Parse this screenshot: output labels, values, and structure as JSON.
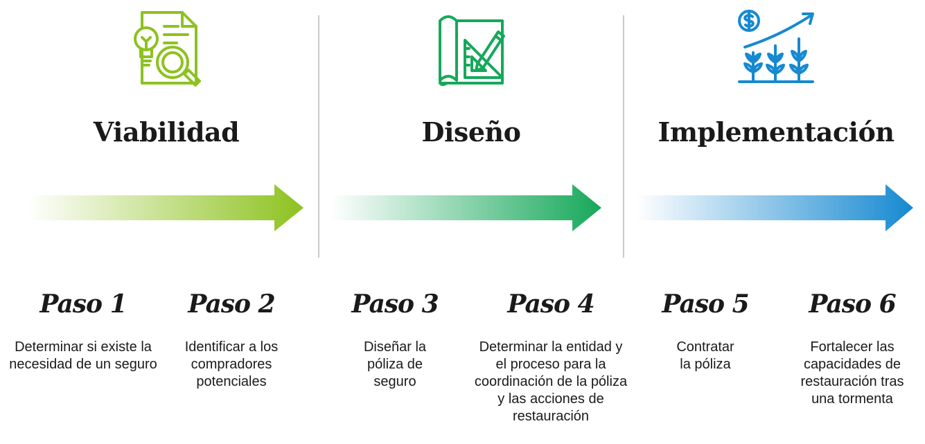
{
  "phases": [
    {
      "title": "Viabilidad",
      "icon": "document-lightbulb-magnifier-icon",
      "color": "#8DC21F"
    },
    {
      "title": "Diseño",
      "icon": "blueprint-pencil-ruler-icon",
      "color": "#16A85A"
    },
    {
      "title": "Implementación",
      "icon": "dollar-growth-plants-icon",
      "color": "#1689D1"
    }
  ],
  "steps": [
    {
      "title": "Paso 1",
      "description": "Determinar si existe la necesidad de un seguro"
    },
    {
      "title": "Paso 2",
      "description": "Identificar a los compradores potenciales"
    },
    {
      "title": "Paso 3",
      "description": "Diseñar la póliza de seguro"
    },
    {
      "title": "Paso 4",
      "description": "Determinar la entidad y el proceso para la coordinación de la póliza y las acciones de restauración"
    },
    {
      "title": "Paso 5",
      "description": "Contratar la póliza"
    },
    {
      "title": "Paso 6",
      "description": "Fortalecer las capacidades de restauración tras una tormenta"
    }
  ]
}
